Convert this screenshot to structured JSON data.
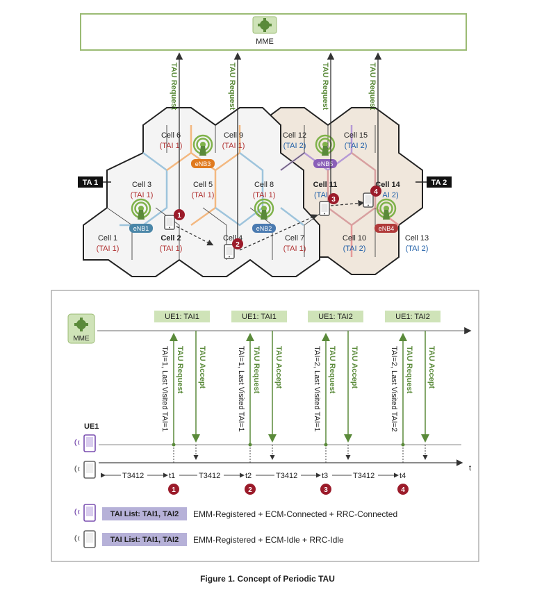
{
  "top": {
    "mme_label": "MME",
    "tau_request_label": "TAU Request",
    "ta_labels": [
      "TA 1",
      "TA 2"
    ],
    "cells": [
      {
        "name": "Cell 1",
        "tai": "(TAI 1)"
      },
      {
        "name": "Cell 2",
        "tai": "(TAI 1)"
      },
      {
        "name": "Cell 3",
        "tai": "(TAI 1)"
      },
      {
        "name": "Cell 4",
        "tai": ""
      },
      {
        "name": "Cell 5",
        "tai": "(TAI 1)"
      },
      {
        "name": "Cell 6",
        "tai": "(TAI 1)"
      },
      {
        "name": "Cell 7",
        "tai": "(TAI 1)"
      },
      {
        "name": "Cell 8",
        "tai": "(TAI 1)"
      },
      {
        "name": "Cell 9",
        "tai": "(TAI 1)"
      },
      {
        "name": "Cell 10",
        "tai": "(TAI 2)"
      },
      {
        "name": "Cell 11",
        "tai": "(TAI"
      },
      {
        "name": "Cell 12",
        "tai": "(TAI 2)"
      },
      {
        "name": "Cell 13",
        "tai": "(TAI 2)"
      },
      {
        "name": "Cell 14",
        "tai": "AI 2)"
      },
      {
        "name": "Cell 15",
        "tai": "(TAI 2)"
      }
    ],
    "enbs": [
      "eNB1",
      "eNB2",
      "eNB3",
      "eNB4",
      "eNB5"
    ],
    "markers": [
      "1",
      "2",
      "3",
      "4"
    ]
  },
  "bottom": {
    "mme_label": "MME",
    "ue_label": "UE1",
    "t_axis_label": "t",
    "ue_tai_boxes": [
      "UE1: TAI1",
      "UE1: TAI1",
      "UE1: TAI2",
      "UE1: TAI2"
    ],
    "tau_request": "TAU Request",
    "tau_accept": "TAU Accept",
    "tai_info": [
      "TAI=1, Last Visited TAI=1",
      "TAI=1, Last Visited TAI=1",
      "TAI=2, Last Visited TAI=1",
      "TAI=2, Last Visited TAI=2"
    ],
    "timer_label": "T3412",
    "time_labels": [
      "t1",
      "t2",
      "t3",
      "t4"
    ],
    "markers": [
      "1",
      "2",
      "3",
      "4"
    ],
    "legend": [
      {
        "tag": "TAI List: TAI1, TAI2",
        "state": "EMM-Registered + ECM-Connected + RRC-Connected"
      },
      {
        "tag": "TAI List: TAI1, TAI2",
        "state": "EMM-Registered + ECM-Idle + RRC-Idle"
      }
    ]
  },
  "caption": "Figure 1. Concept of Periodic TAU",
  "colors": {
    "green": "#5a8a3a",
    "light_green": "#cfe3b8",
    "marker_red": "#9b1b2a",
    "tai1_red": "#b03030",
    "tai2_blue": "#1f5fa8",
    "legend_tag": "#b6b1d8"
  }
}
